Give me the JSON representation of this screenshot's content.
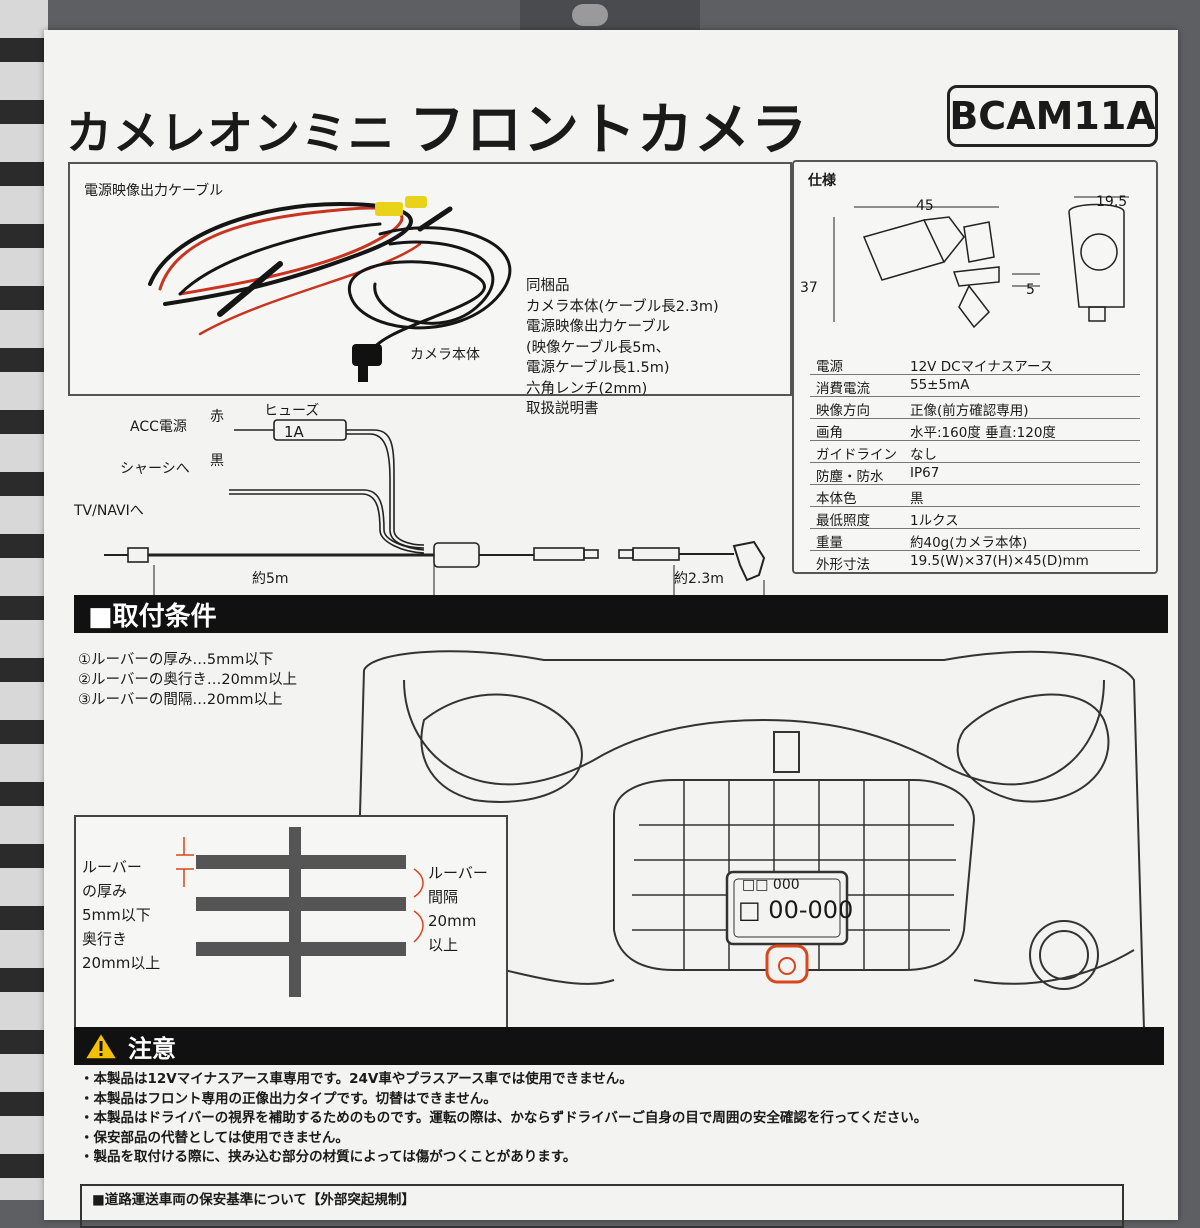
{
  "header": {
    "title_prefix": "カメレオンミニ",
    "title_main": "フロントカメラ",
    "model": "BCAM11A"
  },
  "contents": {
    "photo_label_cable": "電源映像出力ケーブル",
    "photo_label_camera": "カメラ本体",
    "heading": "同梱品",
    "items": [
      "カメラ本体(ケーブル長2.3m)",
      "電源映像出力ケーブル",
      "(映像ケーブル長5m、",
      "電源ケーブル長1.5m)",
      "六角レンチ(2mm)",
      "取扱説明書"
    ]
  },
  "wiring": {
    "acc": "ACC電源",
    "red": "赤",
    "fuse": "ヒューズ",
    "fuse_value": "1A",
    "chassis": "シャーシへ",
    "black": "黒",
    "tvnavi": "TV/NAVIへ",
    "len_video": "約5m",
    "len_camera": "約2.3m"
  },
  "spec": {
    "heading": "仕様",
    "dim_width": "45",
    "dim_depth": "19.5",
    "dim_height": "37",
    "dim_small": "5",
    "rows": [
      {
        "k": "電源",
        "v": "12V DCマイナスアース"
      },
      {
        "k": "消費電流",
        "v": "55±5mA"
      },
      {
        "k": "映像方向",
        "v": "正像(前方確認専用)"
      },
      {
        "k": "画角",
        "v": "水平:160度 垂直:120度"
      },
      {
        "k": "ガイドライン",
        "v": "なし"
      },
      {
        "k": "防塵・防水",
        "v": "IP67"
      },
      {
        "k": "本体色",
        "v": "黒"
      },
      {
        "k": "最低照度",
        "v": "1ルクス"
      },
      {
        "k": "重量",
        "v": "約40g(カメラ本体)"
      },
      {
        "k": "外形寸法",
        "v": "19.5(W)×37(H)×45(D)mm"
      }
    ]
  },
  "mounting": {
    "heading": "■取付条件",
    "conditions": [
      "①ルーバーの厚み…5mm以下",
      "②ルーバーの奥行き…20mm以上",
      "③ルーバーの間隔…20mm以上"
    ],
    "left_labels": [
      "ルーバー",
      "の厚み",
      "5mm以下",
      "奥行き",
      "20mm以上"
    ],
    "right_labels": [
      "ルーバー",
      "間隔",
      "20mm",
      "以上"
    ],
    "plate_top": "□□ 000",
    "plate_bottom": "□ 00-000"
  },
  "caution": {
    "heading": "注意",
    "items": [
      "・本製品は12Vマイナスアース車専用です。24V車やプラスアース車では使用できません。",
      "・本製品はフロント専用の正像出力タイプです。切替はできません。",
      "・本製品はドライバーの視界を補助するためのものです。運転の際は、かならずドライバーご自身の目で周囲の安全確認を行ってください。",
      "・保安部品の代替としては使用できません。",
      "・製品を取付ける際に、挟み込む部分の材質によっては傷がつくことがあります。"
    ],
    "footer": "■道路運送車両の保安基準について【外部突起規制】"
  },
  "colors": {
    "paper": "#f3f3f1",
    "ink": "#1a1a1a",
    "bar": "#111111",
    "cable_red": "#c8341f",
    "connector_yellow": "#e8d21a",
    "warning_yellow": "#f2c200",
    "highlight_orange": "#d9461c"
  }
}
